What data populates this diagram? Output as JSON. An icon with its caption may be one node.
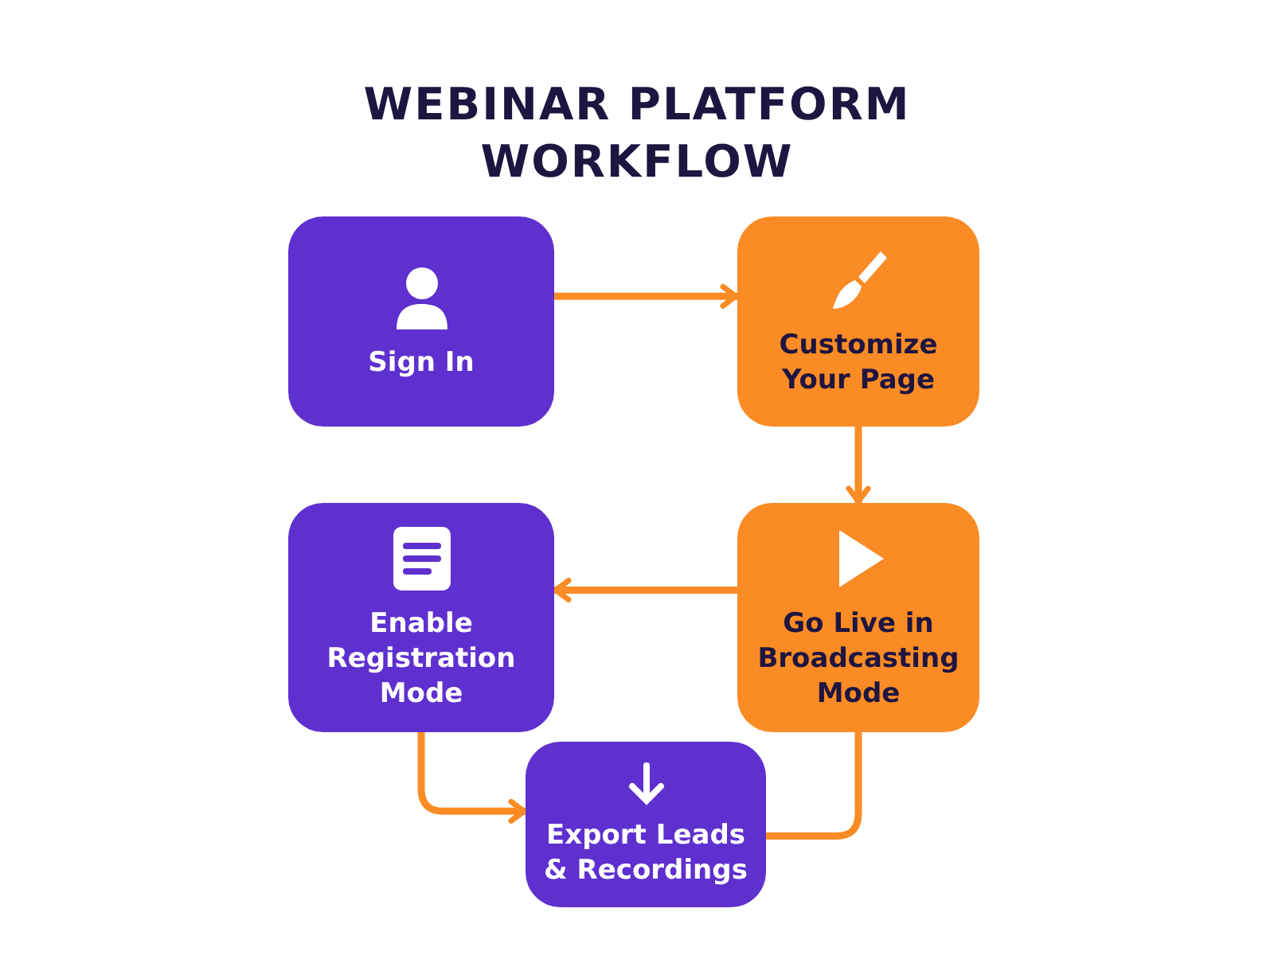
{
  "diagram": {
    "title": "WEBINAR PLATFORM WORKFLOW",
    "nodes": [
      {
        "text": [
          "Sign In"
        ]
      },
      {
        "text": [
          "Customize Your Page"
        ]
      },
      {
        "text": [
          "Enable Registration Mode"
        ]
      },
      {
        "text": [
          "Go Live in Broadcasting Mode"
        ]
      },
      {
        "text": [
          "Export Leads & Recordings"
        ]
      }
    ],
    "edges": [
      {
        "from": 0,
        "to": 1,
        "arrow": "to"
      },
      {
        "from": 1,
        "to": 3,
        "arrow": "to"
      },
      {
        "from": 3,
        "to": 2,
        "arrow": "to"
      },
      {
        "from": 2,
        "to": 4,
        "arrow": "to"
      },
      {
        "from": 3,
        "to": 4,
        "arrow": "none"
      }
    ]
  }
}
